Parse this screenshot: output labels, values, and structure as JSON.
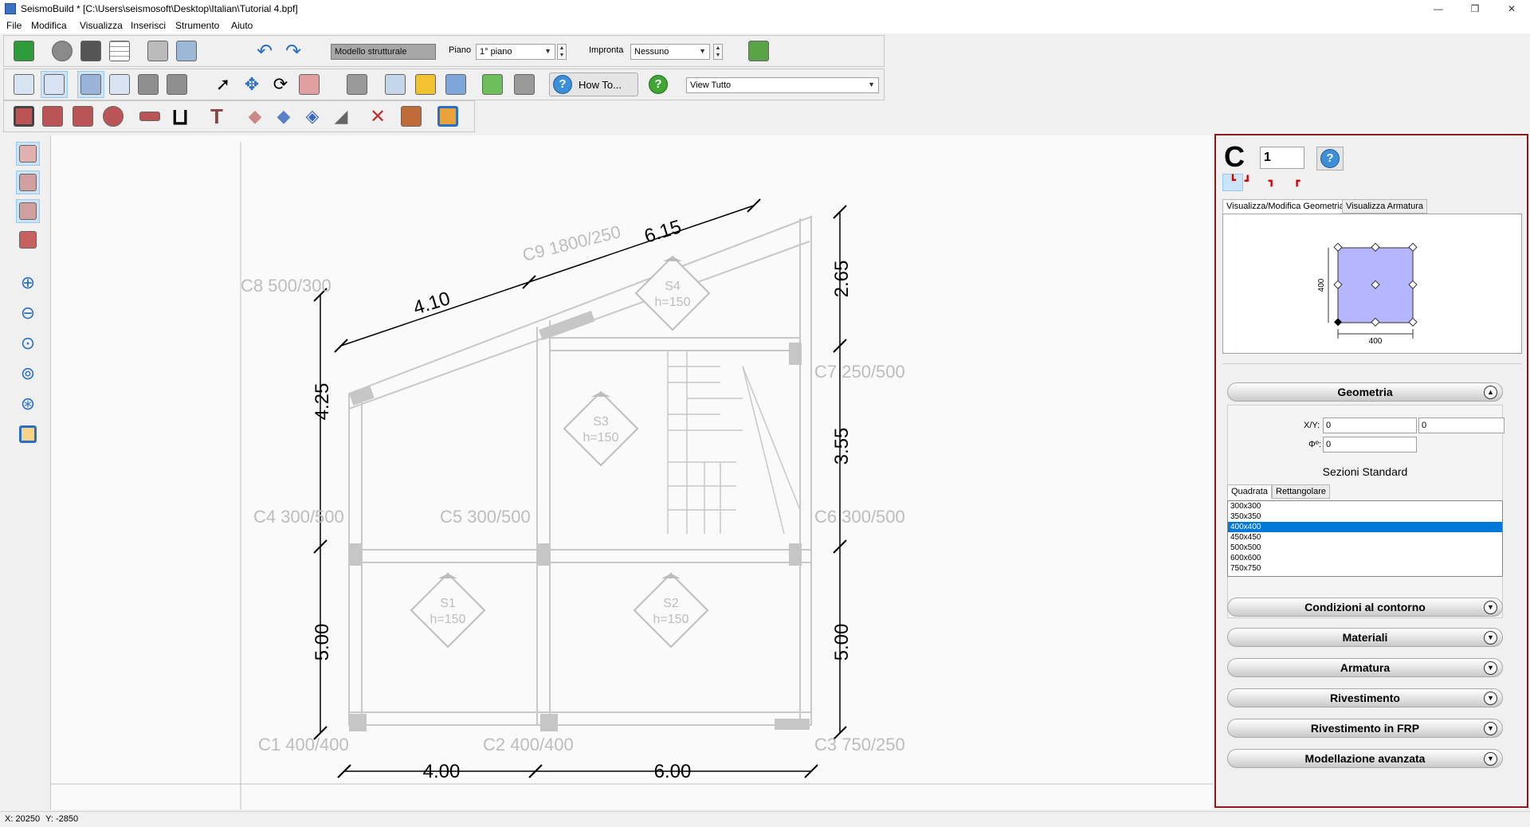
{
  "window": {
    "title": "SeismoBuild * [C:\\Users\\seismosoft\\Desktop\\Italian\\Tutorial 4.bpf]",
    "minimize": "—",
    "restore": "❐",
    "close": "✕"
  },
  "menu": [
    "File",
    "Modifica",
    "Visualizza",
    "Inserisci",
    "Strumento",
    "Aiuto"
  ],
  "toolbar_top": {
    "mode_button": "Modello strutturale",
    "piano_label": "Piano",
    "piano_value": "1° piano",
    "impronta_label": "Impronta",
    "impronta_value": "Nessuno",
    "icons": [
      "save-icon",
      "settings-check-icon",
      "3d-box-icon",
      "grid-icon",
      "print-icon",
      "print-preview-icon",
      "undo-icon",
      "redo-icon",
      "exit-icon"
    ]
  },
  "toolbar_mid": {
    "howto_label": "How To...",
    "view_value": "View Tutto",
    "icons": [
      "dwg-import-icon",
      "dwg-view-icon",
      "move-nodes-icon",
      "dwg-export-icon",
      "floor-copy-icon",
      "floor-export-icon",
      "select-arrow-icon",
      "move-icon",
      "rotate-icon",
      "erase-icon",
      "floor-view-icon",
      "report-icon",
      "paint-icon",
      "calculate-icon",
      "check-icon",
      "floors-icon",
      "help-icon",
      "green-help-icon"
    ]
  },
  "toolbar_bottom": {
    "icons": [
      "rect-column-icon",
      "l-column-icon",
      "t-column-icon",
      "circular-column-icon",
      "beam-icon",
      "u-wall-icon",
      "t-beam-icon",
      "slab-icon",
      "slab-blue-icon",
      "slab-stack-icon",
      "stair-icon",
      "delete-icon",
      "infill-wall-icon",
      "frame-icon"
    ]
  },
  "left_toolbar": {
    "icons": [
      "dwg-layer-1-icon",
      "dwg-layer-2-icon",
      "dwg-layer-3-icon",
      "dwg-layer-4-icon",
      "zoom-in-icon",
      "zoom-out-icon",
      "zoom-window-icon",
      "zoom-previous-icon",
      "zoom-fit-icon",
      "zoom-extents-icon"
    ]
  },
  "drawing": {
    "dimensions": {
      "top_left": "4.10",
      "top_right": "6.15",
      "right_top": "2.65",
      "right_mid": "3.55",
      "right_bottom": "5.00",
      "left_top": "4.25",
      "left_bottom": "5.00",
      "bottom_left": "4.00",
      "bottom_right": "6.00"
    },
    "columns": {
      "c1": "C1 400/400",
      "c2": "C2 400/400",
      "c3": "C3 750/250",
      "c4": "C4 300/500",
      "c5": "C5 300/500",
      "c6": "C6 300/500",
      "c7": "C7 250/500",
      "c8": "C8 500/300",
      "c9": "C9 1800/250"
    },
    "slabs": {
      "s1": "S1",
      "s2": "S2",
      "s3": "S3",
      "s4": "S4",
      "h": "h=150"
    }
  },
  "panel": {
    "element_letter": "C",
    "element_number": "1",
    "tab_geometry": "Visualizza/Modifica Geometria",
    "tab_reinforcement": "Visualizza Armatura",
    "preview_width": "400",
    "preview_height": "400",
    "geometria": "Geometria",
    "xy_label": "X/Y:",
    "x_value": "0",
    "y_value": "0",
    "phi_label": "Φº:",
    "phi_value": "0",
    "sezioni_title": "Sezioni Standard",
    "tab_quadrata": "Quadrata",
    "tab_rettangolare": "Rettangolare",
    "sections": [
      "300x300",
      "350x350",
      "400x400",
      "450x450",
      "500x500",
      "600x600",
      "750x750"
    ],
    "selected_section": "400x400",
    "accordion": [
      "Condizioni al contorno",
      "Materiali",
      "Armatura",
      "Rivestimento",
      "Rivestimento in FRP",
      "Modellazione avanzata"
    ],
    "toggle_up": "▲",
    "toggle_down": "▼"
  },
  "status": {
    "x_label": "X:",
    "x_value": "20250",
    "y_label": "Y:",
    "y_value": "-2850"
  },
  "colors": {
    "panel_border": "#8b1a1a",
    "selection_blue": "#0078d7",
    "section_fill": "#b4b6ff"
  }
}
